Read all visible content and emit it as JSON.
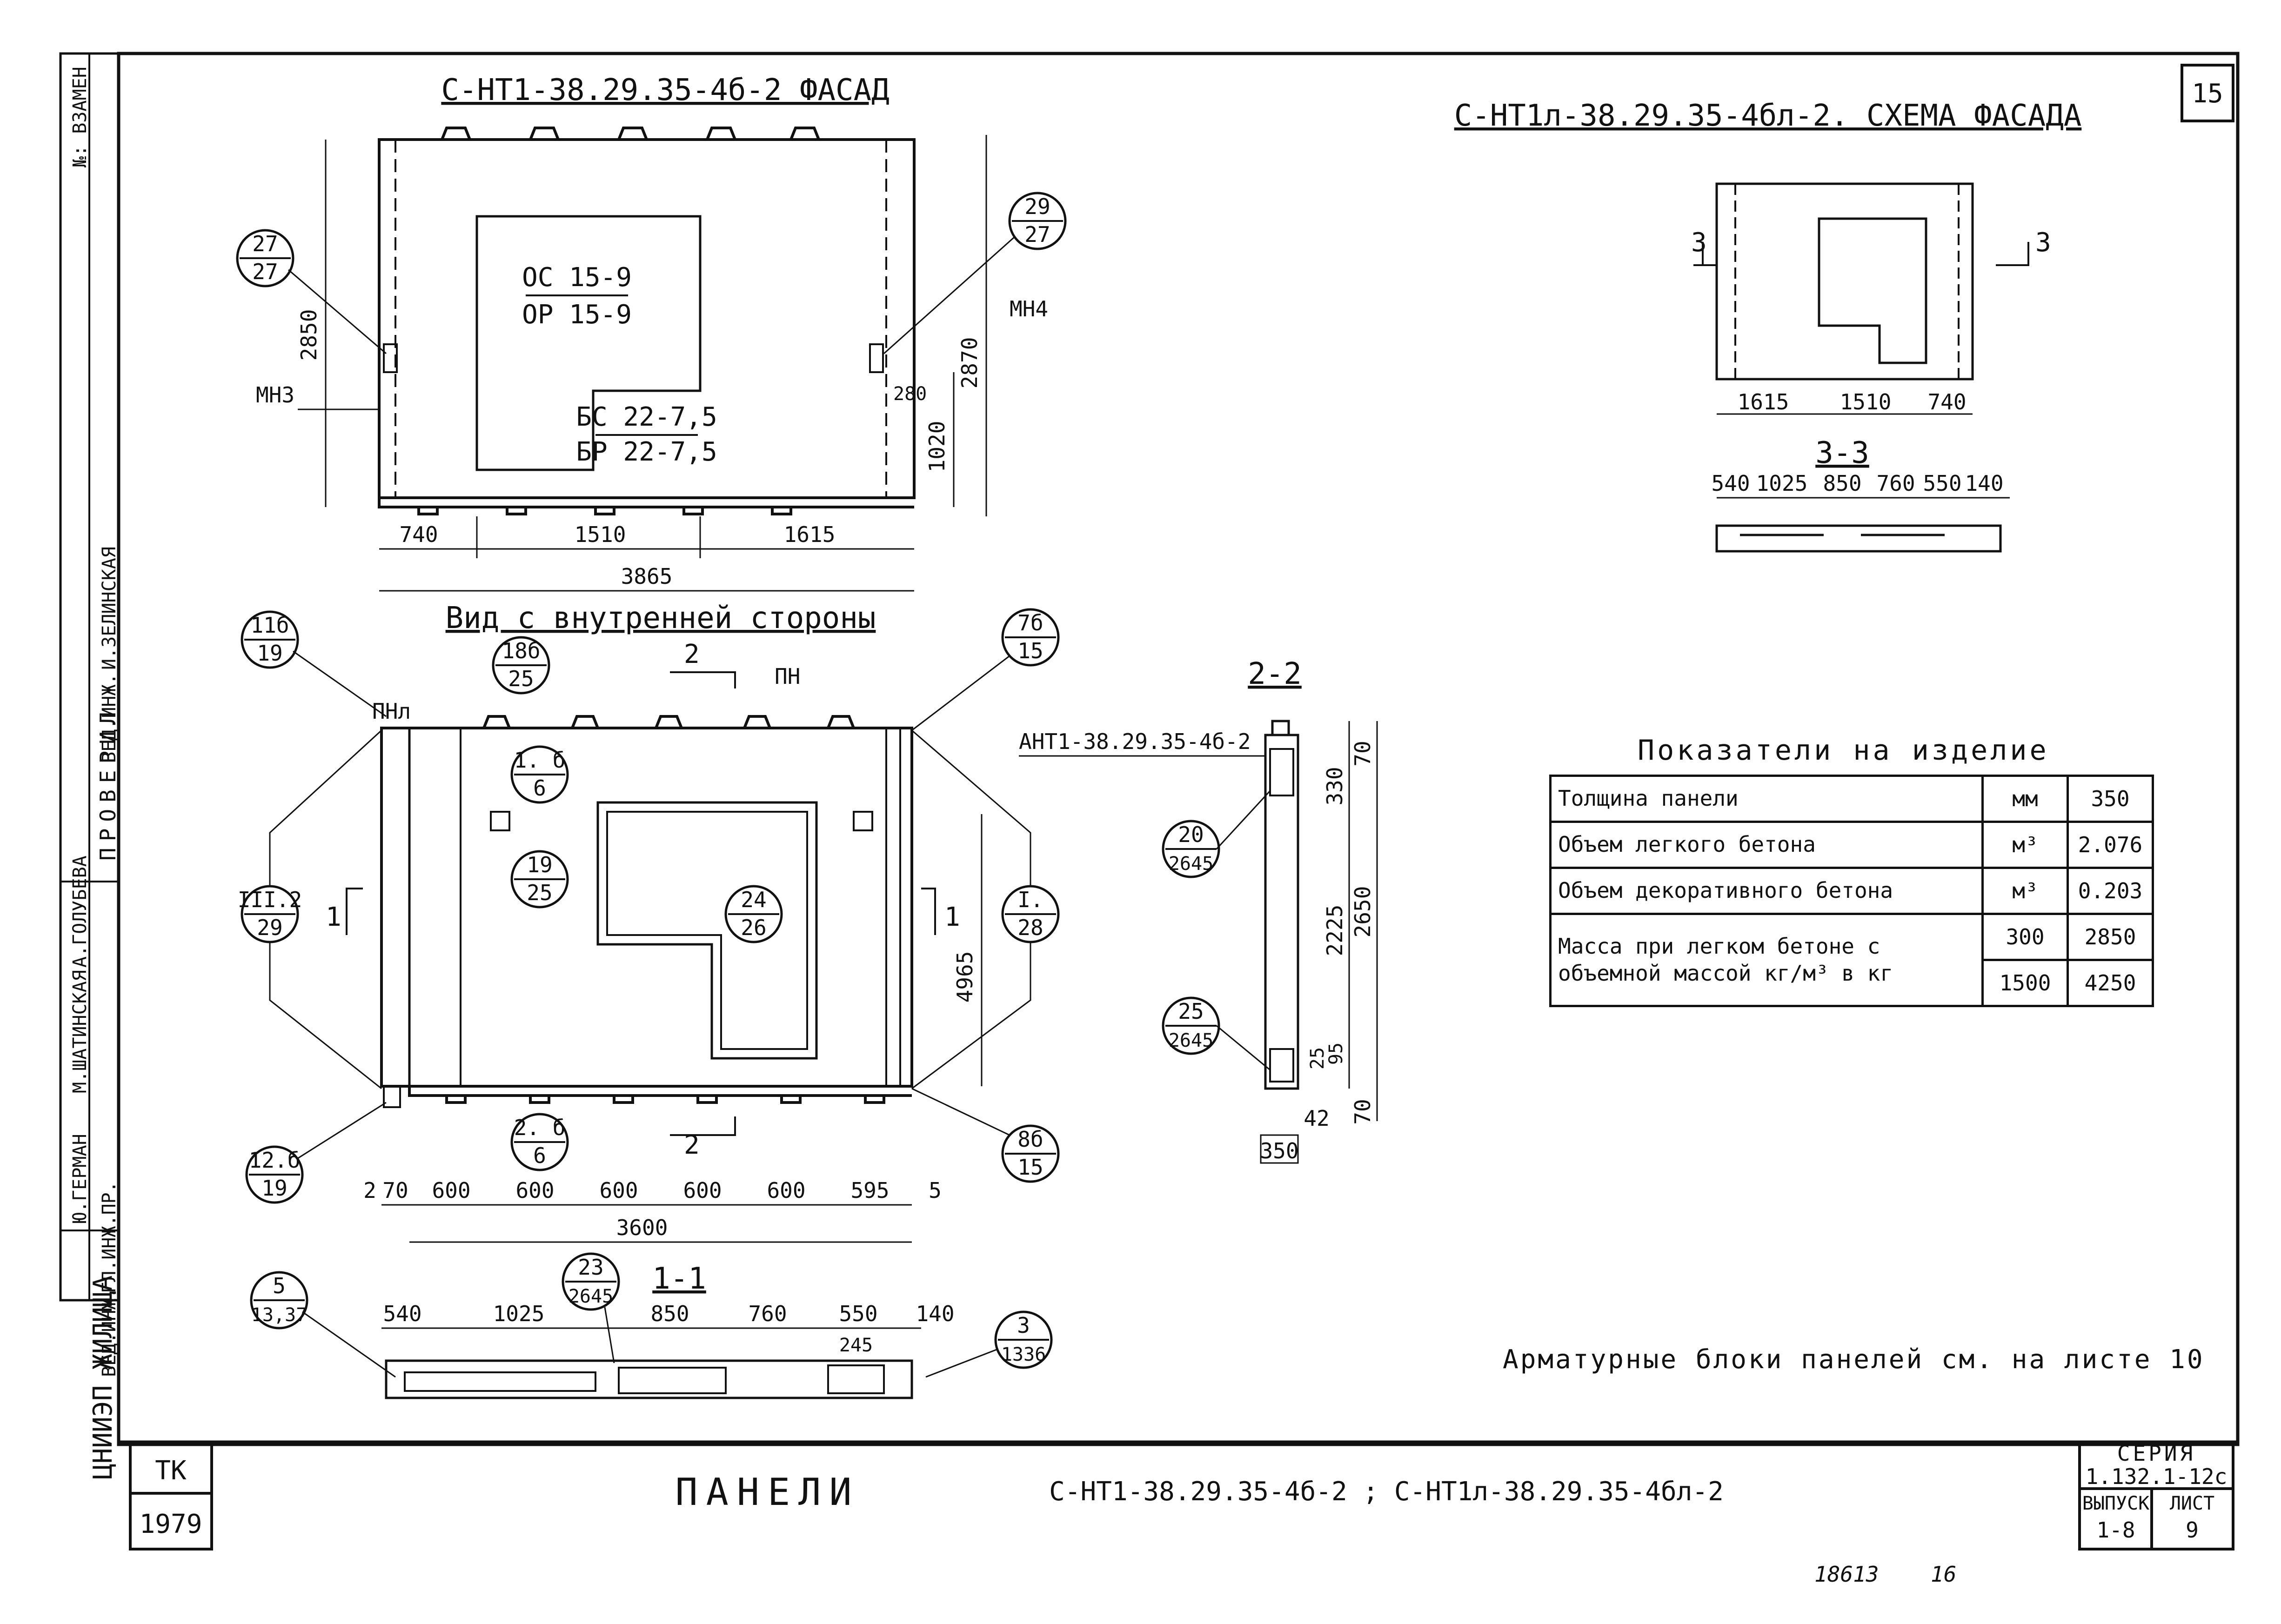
{
  "sheet_number": "15",
  "views": {
    "facade_title": "С-НТ1-38.29.35-4б-2 ФАСАД",
    "scheme_title": "С-НТ1л-38.29.35-4бл-2. СХЕМА ФАСАДА",
    "inner_title": "Вид с внутренней стороны",
    "section_22_title": "2-2",
    "section_33_title": "3-3",
    "section_11_title": "1-1"
  },
  "facade": {
    "window_top": "ОС 15-9",
    "window_bottom": "ОР 15-9",
    "door_top": "БС 22-7,5",
    "door_bottom": "БР 22-7,5",
    "left_part": "МН3",
    "right_part": "МН4",
    "dims": {
      "height_left": "2850",
      "height_right": "2870",
      "door_height": "1020",
      "offset": "280",
      "w1": "740",
      "w2": "1510",
      "w3": "1615",
      "total": "3865"
    },
    "callout_left": {
      "top": "27",
      "bottom": "27"
    },
    "callout_right": {
      "top": "29",
      "bottom": "27"
    }
  },
  "scheme": {
    "cut_left": "3",
    "cut_right": "3",
    "dims": {
      "w1": "1615",
      "w2": "1510",
      "w3": "740"
    },
    "section_dims": [
      "540",
      "1025",
      "850",
      "760",
      "550",
      "140"
    ]
  },
  "inner": {
    "label_pnl": "ПНл",
    "label_pn": "ПН",
    "cut_top": "2",
    "cut_bottom": "2",
    "cut_left": "1",
    "cut_right": "1",
    "height": "4965",
    "dims_bottom": [
      "2",
      "70",
      "600",
      "600",
      "600",
      "600",
      "600",
      "595",
      "5"
    ],
    "total": "3600",
    "callouts": [
      {
        "top": "11б",
        "bottom": "19"
      },
      {
        "top": "18б",
        "bottom": "25"
      },
      {
        "top": "1. б",
        "bottom": "6"
      },
      {
        "top": "19",
        "bottom": "25"
      },
      {
        "top": "24",
        "bottom": "26"
      },
      {
        "top": "III.2",
        "bottom": "29"
      },
      {
        "top": "2. б",
        "bottom": "6"
      },
      {
        "top": "12.б",
        "bottom": "19"
      },
      {
        "top": "7б",
        "bottom": "15"
      },
      {
        "top": "I.",
        "bottom": "28"
      },
      {
        "top": "8б",
        "bottom": "15"
      }
    ]
  },
  "section22": {
    "label": "АНТ1-38.29.35-4б-2",
    "dims": [
      "70",
      "330",
      "2225",
      "2650",
      "25",
      "95",
      "70",
      "42",
      "350"
    ],
    "callout_a": {
      "top": "20",
      "bottom": "2645"
    },
    "callout_b": {
      "top": "25",
      "bottom": "2645"
    }
  },
  "section11": {
    "dims": [
      "540",
      "1025",
      "850",
      "760",
      "550",
      "140",
      "245"
    ],
    "callout_left": {
      "top": "5",
      "bottom": "13,37"
    },
    "callout_mid": {
      "top": "23",
      "bottom": "2645"
    },
    "callout_right": {
      "top": "3",
      "bottom": "1336"
    }
  },
  "indicators": {
    "title": "Показатели на изделие",
    "rows": [
      {
        "name": "Толщина панели",
        "unit": "мм",
        "value": "350"
      },
      {
        "name": "Объем легкого бетона",
        "unit": "м³",
        "value": "2.076"
      },
      {
        "name": "Объем декоративного бетона",
        "unit": "м³",
        "value": "0.203"
      }
    ],
    "mass": {
      "name": "Масса при легком бетоне с объемной массой кг/м³ в кг",
      "d1": "300",
      "v1": "2850",
      "d2": "1500",
      "v2": "4250"
    }
  },
  "note": "Арматурные блоки панелей см. на листе 10",
  "title_block": {
    "org_code": "ТК",
    "year": "1979",
    "title_word": "ПАНЕЛИ",
    "title_codes": "С-НТ1-38.29.35-4б-2 ; С-НТ1л-38.29.35-4бл-2",
    "series_label": "СЕРИЯ",
    "series": "1.132.1-12с",
    "issue_label": "ВЫПУСК",
    "issue": "1-8",
    "sheet_label": "ЛИСТ",
    "sheet": "9",
    "bottom_note_1": "18613",
    "bottom_note_2": "16"
  },
  "side_stamp": {
    "replace": "№: ВЗАМЕН",
    "checked": "ПРОВЕРИЛ",
    "roles": [
      "ГЛ.ИНЖ.ПР.",
      "ВЕД.ИНЖ.",
      "СТ.ИНЖ."
    ],
    "names": [
      "Ю.ГЕРМАН",
      "М.ШАТИНСКАЯ",
      "А.ГОЛУБЕВА"
    ],
    "checkers": [
      "ВЕД.ИНЖ.",
      "И.ЗЕЛИНСКАЯ"
    ],
    "org": "ЦНИИЭП ЖИЛИЩА"
  }
}
